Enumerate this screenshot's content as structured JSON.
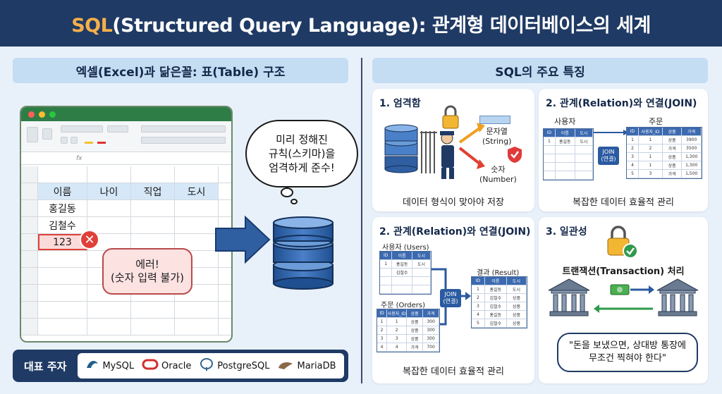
{
  "header": {
    "title_prefix": "SQL",
    "title_rest": "(Structured Query Language): 관계형 데이터베이스의 세계"
  },
  "left": {
    "pill": "엑셀(Excel)과 닮은꼴: 표(Table) 구조",
    "sheet": {
      "headers": [
        "이름",
        "나이",
        "직업",
        "도시"
      ],
      "rows": [
        [
          "홍길동",
          "",
          "",
          ""
        ],
        [
          "김철수",
          "",
          "",
          ""
        ],
        [
          "123",
          "",
          "",
          ""
        ],
        [
          "",
          "",
          "",
          ""
        ],
        [
          "",
          "",
          "",
          ""
        ],
        [
          "",
          "",
          "",
          ""
        ],
        [
          "",
          "",
          "",
          ""
        ],
        [
          "",
          "",
          "",
          ""
        ]
      ],
      "fx": "fx"
    },
    "error_bubble": {
      "line1": "에러!",
      "line2": "(숫자 입력 불가)"
    },
    "thought": {
      "line1": "미리 정해진",
      "line2": "규칙(스키마)을",
      "line3": "엄격하게 준수!"
    },
    "brands_label": "대표 주자",
    "brands": [
      {
        "name": "MySQL",
        "icon": "mysql-dolphin-icon",
        "color": "#1f5f8b"
      },
      {
        "name": "Oracle",
        "icon": "oracle-icon",
        "color": "#d32f2f"
      },
      {
        "name": "PostgreSQL",
        "icon": "postgresql-elephant-icon",
        "color": "#336791"
      },
      {
        "name": "MariaDB",
        "icon": "mariadb-seal-icon",
        "color": "#8a6a4a"
      }
    ]
  },
  "right": {
    "pill": "SQL의 주요 특징",
    "card1": {
      "title": "1. 엄격함",
      "string_label": "문자열",
      "string_en": "(String)",
      "number_label": "숫자",
      "number_en": "(Number)",
      "caption": "데이터 형식이 맞아야 저장"
    },
    "card2": {
      "title": "2. 관계(Relation)와 연결(JOIN)",
      "users_label": "사용자",
      "orders_label": "주문",
      "join_label": "JOIN",
      "join_sub": "(연결)",
      "caption": "복잡한 데이터 효율적 관리"
    },
    "card3": {
      "title": "2. 관계(Relation)와 연결(JOIN)",
      "users_label": "사용자 (Users)",
      "orders_label": "주문 (Orders)",
      "result_label": "결과 (Result)",
      "join_label": "JOIN",
      "join_sub": "(연결)",
      "caption": "복잡한 데이터 효율적 관리"
    },
    "card4": {
      "title": "3. 일관성",
      "subtitle": "트랜잭션(Transaction) 처리",
      "quote_line1": "\"돈을 보냈으면, 상대방 통장에",
      "quote_line2": "무조건 찍혀야 한다\""
    },
    "users_table": {
      "headers": [
        "ID",
        "이름",
        "도시"
      ],
      "rows": [
        [
          "1",
          "홍길동",
          "도시"
        ],
        [
          "",
          "",
          ""
        ],
        [
          "",
          "",
          ""
        ],
        [
          "",
          "",
          ""
        ],
        [
          "",
          "",
          ""
        ]
      ]
    },
    "orders_table": {
      "headers": [
        "ID",
        "사용자_ID",
        "상품",
        "가격"
      ],
      "rows": [
        [
          "1",
          "1",
          "상품",
          "3900"
        ],
        [
          "2",
          "2",
          "가격",
          "3500"
        ],
        [
          "3",
          "1",
          "상품",
          "1,300"
        ],
        [
          "4",
          "1",
          "상품",
          "1,300"
        ],
        [
          "5",
          "3",
          "가격",
          "1,500"
        ]
      ]
    },
    "users_table2": {
      "headers": [
        "ID",
        "이름",
        "도시"
      ],
      "rows": [
        [
          "1",
          "홍길동",
          "도시"
        ],
        [
          "",
          "김철수",
          ""
        ],
        [
          "",
          "",
          ""
        ],
        [
          "",
          "",
          ""
        ]
      ]
    },
    "orders_table2": {
      "headers": [
        "ID",
        "사용자_ID",
        "상품",
        "가격"
      ],
      "rows": [
        [
          "1",
          "1",
          "상품",
          "300"
        ],
        [
          "2",
          "2",
          "상품",
          "300"
        ],
        [
          "3",
          "3",
          "상품",
          "300"
        ],
        [
          "4",
          "4",
          "가격",
          "700"
        ]
      ]
    },
    "result_table": {
      "headers": [
        "ID",
        "이름",
        "도시"
      ],
      "rows": [
        [
          "1",
          "홍길동",
          "도시"
        ],
        [
          "2",
          "김철수",
          "상품"
        ],
        [
          "3",
          "김철수",
          "상품"
        ],
        [
          "4",
          "홍길동",
          "상품"
        ],
        [
          "5",
          "김철수",
          "상품"
        ]
      ]
    }
  },
  "colors": {
    "header_bg": "#1f3a64",
    "accent": "#f5b04a",
    "pill": "#c5ddf3",
    "error": "#e0403a"
  }
}
